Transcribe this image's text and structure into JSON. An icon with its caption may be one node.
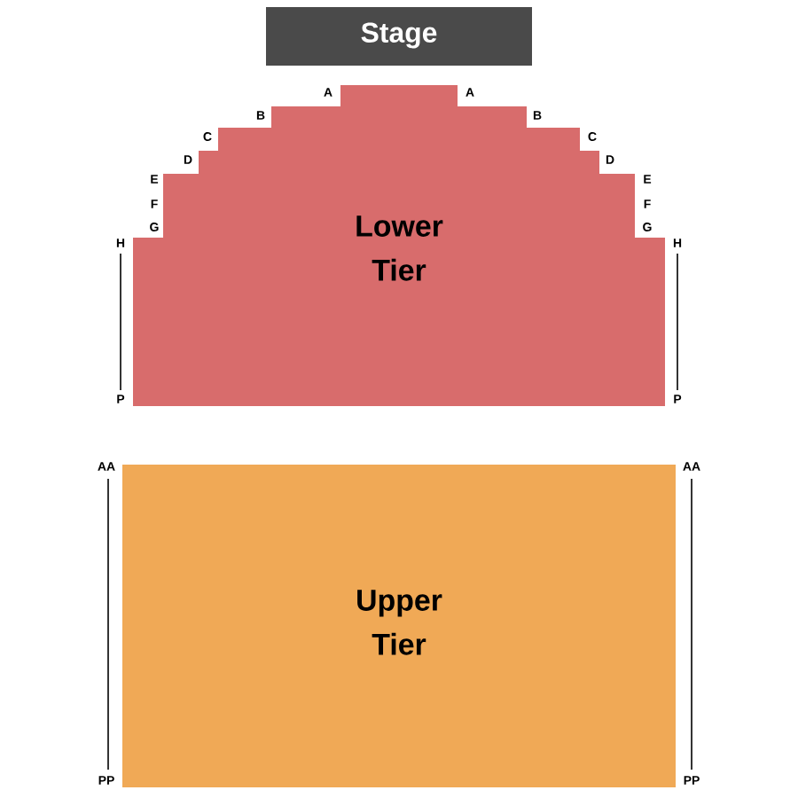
{
  "diagram": {
    "nodes": [
      {
        "text": [
          "Stage"
        ]
      },
      {
        "text": [
          "Lower Tier"
        ]
      },
      {
        "text": [
          "Upper Tier"
        ]
      }
    ],
    "labels": [
      "A",
      "A",
      "B",
      "B",
      "C",
      "C",
      "D",
      "D",
      "E",
      "E",
      "F",
      "F",
      "G",
      "G",
      "H",
      "H",
      "P",
      "P",
      "AA",
      "AA",
      "PP",
      "PP"
    ]
  }
}
